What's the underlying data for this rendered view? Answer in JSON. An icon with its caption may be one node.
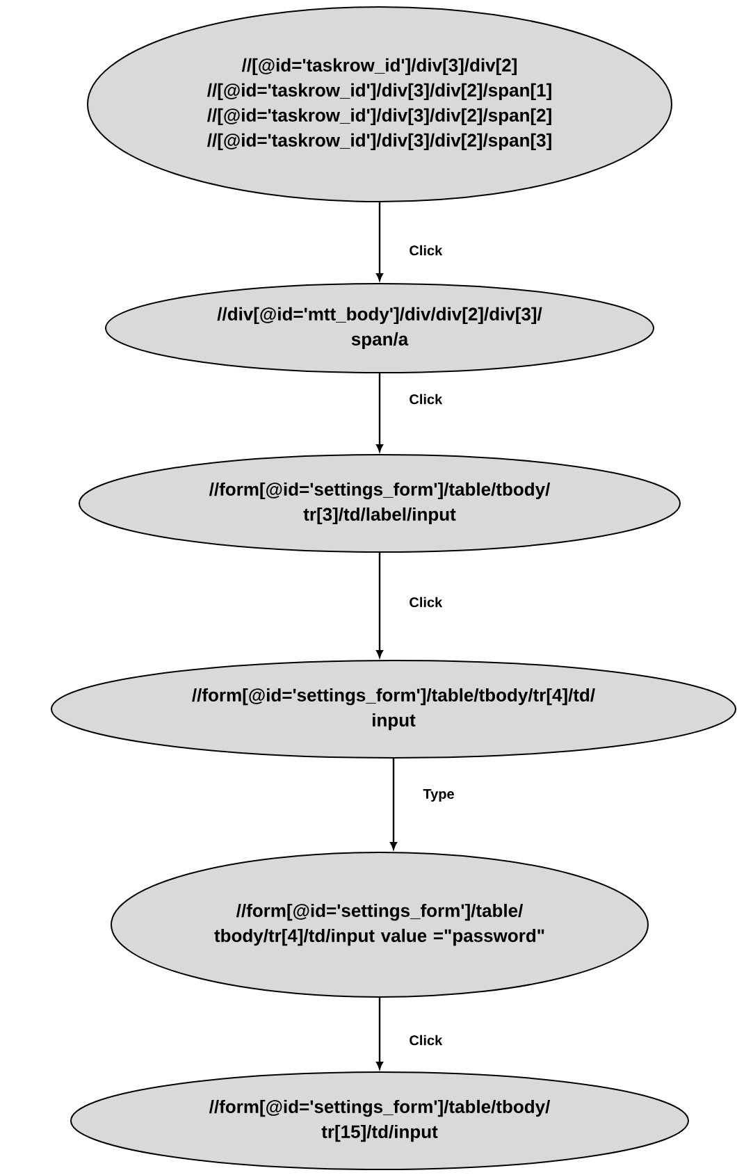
{
  "diagram": {
    "nodes": [
      {
        "text": [
          "//[@id='taskrow_id']/div[3]/div[2]",
          "//[@id='taskrow_id']/div[3]/div[2]/span[1]",
          "//[@id='taskrow_id']/div[3]/div[2]/span[2]",
          "//[@id='taskrow_id']/div[3]/div[2]/span[3]"
        ]
      },
      {
        "text": [
          "//div[@id='mtt_body']/div/div[2]/div[3]/ span/a"
        ]
      },
      {
        "text": [
          "//form[@id='settings_form']/table/tbody/ tr[3]/td/label/input"
        ]
      },
      {
        "text": [
          "//form[@id='settings_form']/table/tbody/tr[4]/td/ input"
        ]
      },
      {
        "text": [
          "//form[@id='settings_form']/table/ tbody/tr[4]/td/input value =\"password\""
        ]
      },
      {
        "text": [
          "//form[@id='settings_form']/table/tbody/ tr[15]/td/input"
        ]
      }
    ],
    "edges": [
      {
        "from": 0,
        "to": 1,
        "arrow": "to",
        "label": "Click"
      },
      {
        "from": 1,
        "to": 2,
        "arrow": "to",
        "label": "Click"
      },
      {
        "from": 2,
        "to": 3,
        "arrow": "to",
        "label": "Click"
      },
      {
        "from": 3,
        "to": 4,
        "arrow": "to",
        "label": "Type"
      },
      {
        "from": 4,
        "to": 5,
        "arrow": "to",
        "label": "Click"
      }
    ]
  }
}
